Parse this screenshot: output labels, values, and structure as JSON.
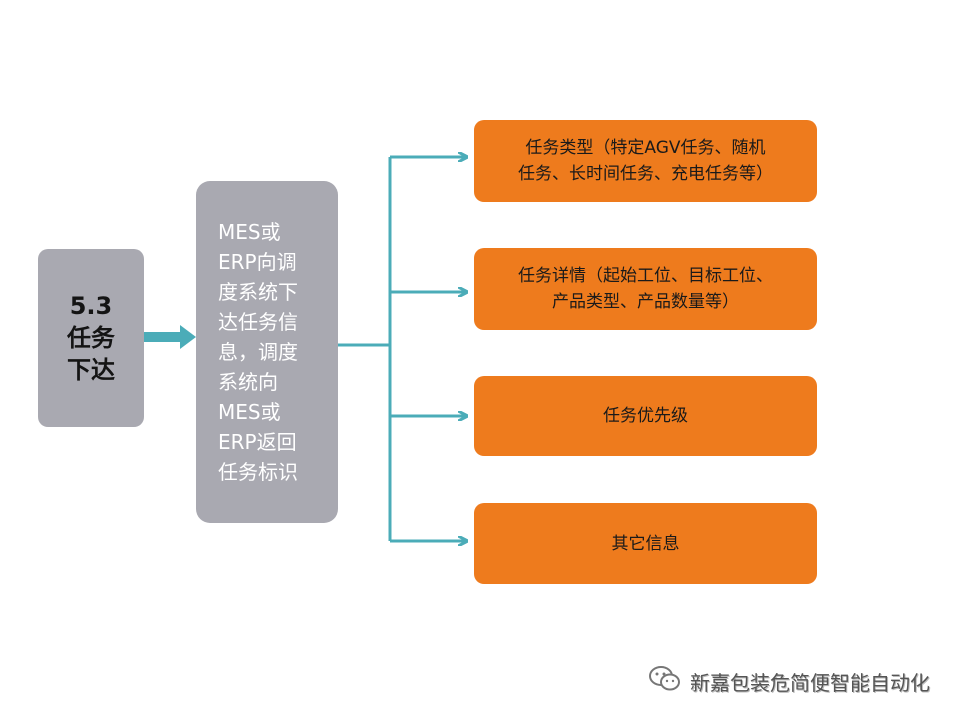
{
  "section": {
    "label": "5.3\n任务\n下达"
  },
  "description": {
    "text": "MES或\nERP向调\n度系统下\n达任务信\n息，调度\n系统向\nMES或\nERP返回\n任务标识"
  },
  "branches": [
    {
      "text": "任务类型（特定AGV任务、随机\n任务、长时间任务、充电任务等）"
    },
    {
      "text": "任务详情（起始工位、目标工位、\n产品类型、产品数量等）"
    },
    {
      "text": "任务优先级"
    },
    {
      "text": "其它信息"
    }
  ],
  "watermark": {
    "icon": "wechat-icon",
    "text": "新嘉包装危简便智能自动化"
  },
  "colors": {
    "gray_box": "#a9a9b1",
    "orange_box": "#ee7b1d",
    "connector": "#4bacb8"
  }
}
